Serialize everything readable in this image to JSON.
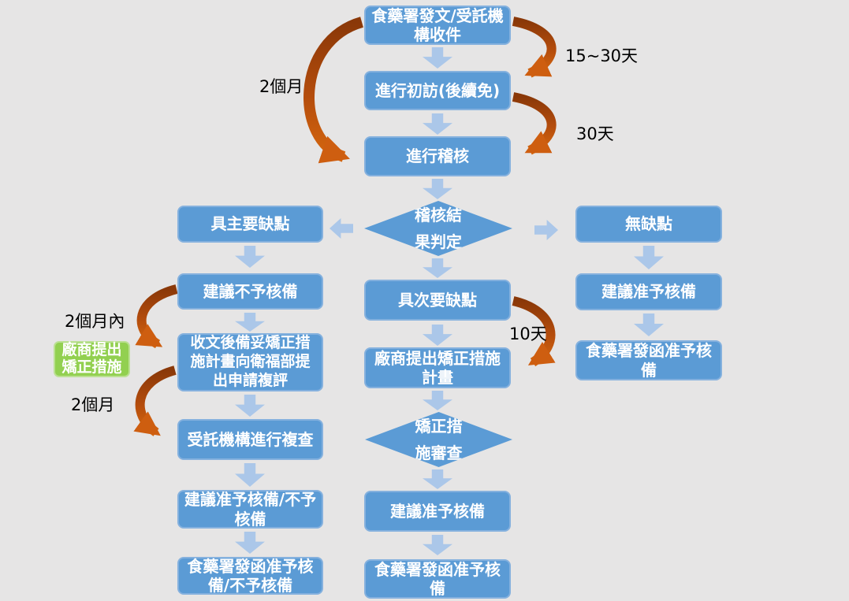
{
  "nodes": {
    "fda_dispatch": "食藥署發文/受託機\n構收件",
    "initial_visit": "進行初訪(後續免)",
    "audit": "進行稽核",
    "audit_decision": "稽核結\n果判定",
    "major_defect": "具主要缺點",
    "minor_defect": "具次要缺點",
    "no_defect": "無缺點",
    "suggest_not_approve": "建議不予核備",
    "submit_reevaluation": "收文後備妥矯正措\n施計畫向衛福部提\n出申請複評",
    "agency_recheck": "受託機構進行複查",
    "suggest_approve_or_not": "建議准予核備/不予\n核備",
    "fda_letter_approve_or_not": "食藥署發函准予核\n備/不予核備",
    "vendor_corrective_plan": "廠商提出矯正措施\n計畫",
    "corrective_review": "矯正措\n施審查",
    "suggest_approve_mid": "建議准予核備",
    "fda_letter_approve_mid": "食藥署發函准予核\n備",
    "suggest_approve_right": "建議准予核備",
    "fda_letter_approve_right": "食藥署發函准予核\n備",
    "vendor_corrective_note": "廠商提出\n矯正措施"
  },
  "durations": {
    "dispatch_to_audit": "2個月",
    "dispatch_to_visit": "15~30天",
    "visit_to_audit": "30天",
    "reevaluation_window": "2個月內",
    "recheck_window": "2個月",
    "corrective_window": "10天"
  },
  "colors": {
    "background": "#e6e5e5",
    "box_blue": "#5B9BD5",
    "box_border": "#85b1de",
    "connector_blue": "#abc7e9",
    "note_green": "#92D050",
    "arrow_dark": "#8a3808",
    "arrow_bright": "#d4660f",
    "text_white": "#ffffff",
    "label_black": "#000000"
  }
}
